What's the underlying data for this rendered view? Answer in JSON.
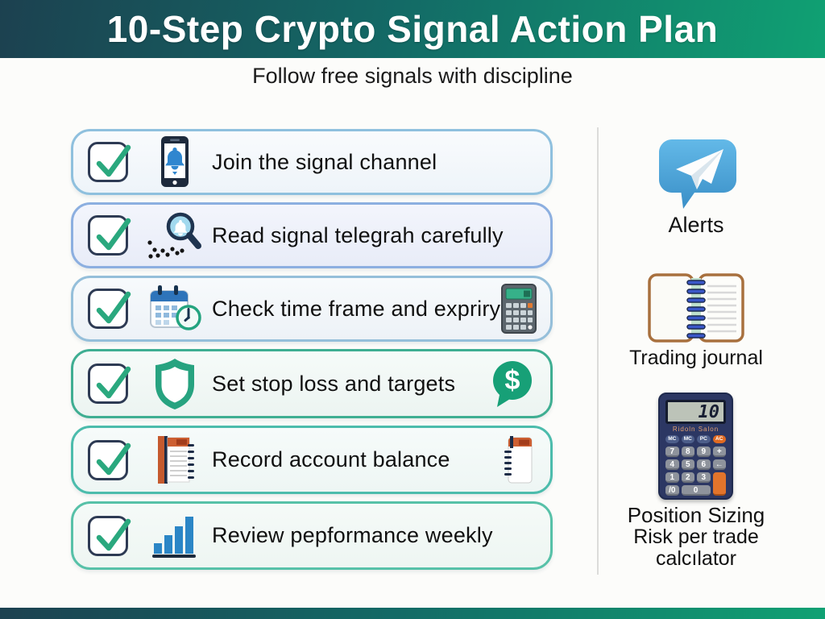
{
  "header": {
    "title": "10-Step Crypto Signal Action Plan"
  },
  "subtitle": "Follow free signals with discipline",
  "checklist": {
    "items": [
      {
        "label": "Join the signal channel",
        "icon": "phone-bell-icon"
      },
      {
        "label": "Read signal telegrah carefully",
        "icon": "magnifier-bell-icon"
      },
      {
        "label": "Check time frame and expriry",
        "icon": "calendar-clock-icon",
        "trailing_icon": "calculator-icon"
      },
      {
        "label": "Set stop loss and targets",
        "icon": "shield-icon",
        "trailing_icon": "dollar-bubble-icon"
      },
      {
        "label": "Record account balance",
        "icon": "notepad-icon",
        "trailing_icon": "notepad-icon"
      },
      {
        "label": "Review pepformance weekly",
        "icon": "bar-chart-icon"
      }
    ]
  },
  "sidebar": {
    "alerts_label": "Alerts",
    "journal_label": "Trading journal",
    "calculator": {
      "display": "10",
      "brand": "Ridoln Salon",
      "fn_keys": [
        "MC",
        "MC",
        "PC",
        "AC"
      ],
      "keys": [
        "7",
        "8",
        "9",
        "+",
        "4",
        "5",
        "6",
        "←",
        "1",
        "2",
        "3",
        "/0",
        "0"
      ],
      "caption_lines": [
        "Position Sizing",
        "Risk per trade",
        "calcılator"
      ]
    }
  },
  "colors": {
    "header_gradient_start": "#1c4150",
    "header_gradient_end": "#10a173",
    "row_border_blue": "#8fc0de",
    "row_border_teal": "#4ab89f",
    "check_green": "#2aa87e",
    "telegram_blue": "#4aa2d8",
    "accent_orange": "#d96a2e",
    "calculator_navy": "#2c3763",
    "bar_chart_blue": "#2b86c6"
  }
}
